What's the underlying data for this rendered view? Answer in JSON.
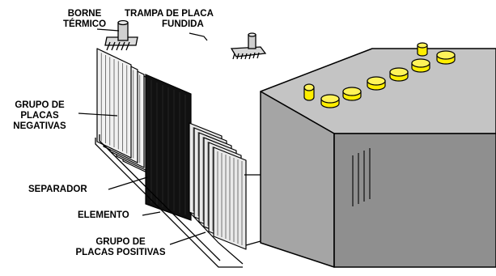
{
  "labels": {
    "borne_termico": [
      "BORNE",
      "TÉRMICO"
    ],
    "trampa": [
      "TRAMPA DE PLACA",
      "FUNDIDA"
    ],
    "grupo_negativas": [
      "GRUPO DE",
      "PLACAS",
      "NEGATIVAS"
    ],
    "separador": "SEPARADOR",
    "elemento": "ELEMENTO",
    "grupo_positivas": [
      "GRUPO DE",
      "PLACAS POSITIVAS"
    ]
  },
  "colors": {
    "battery_front": "#a9a9a9",
    "battery_top": "#c4c4c4",
    "battery_side": "#8c8c8c",
    "caps": "#ffee00",
    "separator": "#111111",
    "outline": "#000000"
  }
}
